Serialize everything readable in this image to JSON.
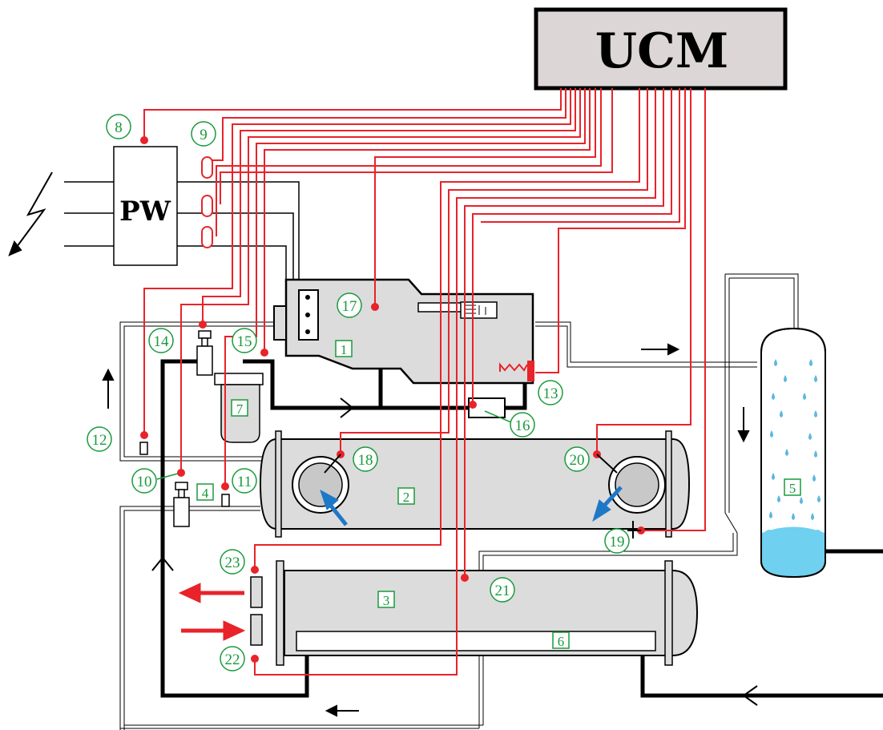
{
  "labels": {
    "controller": "UCM",
    "power": "PW"
  },
  "callouts": [
    "8",
    "9",
    "10",
    "11",
    "12",
    "13",
    "14",
    "15",
    "16",
    "17",
    "18",
    "19",
    "20",
    "21",
    "22",
    "23"
  ],
  "component_tags": [
    "1",
    "2",
    "3",
    "4",
    "5",
    "6",
    "7"
  ],
  "colors": {
    "signal_wire": "#e8232a",
    "callout_green": "#1a9a3c",
    "component_fill": "#dcdcdc",
    "controller_fill": "#dcd6d6",
    "water": "#6fd0f0",
    "flow_arrow_blue": "#1e78c8"
  }
}
